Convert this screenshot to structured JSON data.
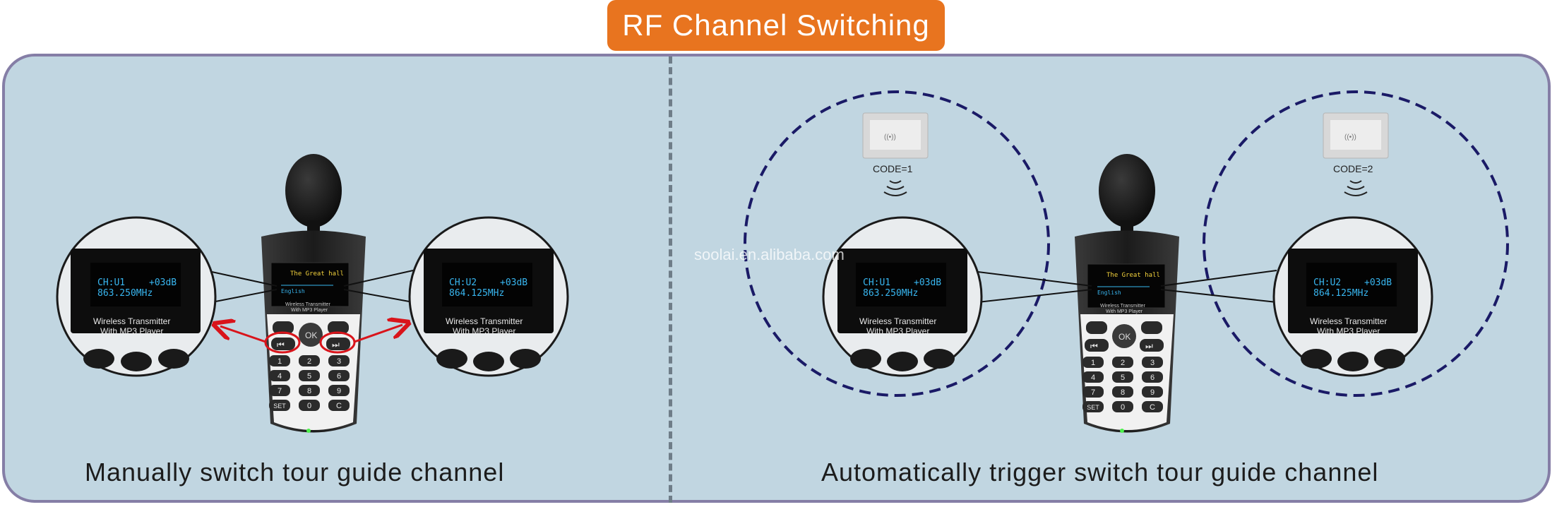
{
  "title": "RF Channel Switching",
  "watermark": "soolai.en.alibaba.com",
  "left_panel": {
    "caption": "Manually switch tour guide channel",
    "zoom_left": {
      "channel": "CH:U1",
      "level": "+03dB",
      "freq": "863.250MHz",
      "label_line1": "Wireless Transmitter",
      "label_line2": "With MP3 Player"
    },
    "zoom_right": {
      "channel": "CH:U2",
      "level": "+03dB",
      "freq": "864.125MHz",
      "label_line1": "Wireless Transmitter",
      "label_line2": "With MP3 Player"
    }
  },
  "right_panel": {
    "caption": "Automatically trigger switch tour guide channel",
    "trigger_left": {
      "code": "CODE=1"
    },
    "trigger_right": {
      "code": "CODE=2"
    },
    "zoom_left": {
      "channel": "CH:U1",
      "level": "+03dB",
      "freq": "863.250MHz",
      "label_line1": "Wireless Transmitter",
      "label_line2": "With MP3 Player"
    },
    "zoom_right": {
      "channel": "CH:U2",
      "level": "+03dB",
      "freq": "864.125MHz",
      "label_line1": "Wireless Transmitter",
      "label_line2": "With MP3 Player"
    }
  },
  "device": {
    "screen_line1": "The Great hall",
    "screen_line2": "English",
    "label_line1": "Wireless Transmitter",
    "label_line2": "With MP3 Player",
    "keys": [
      "1",
      "2",
      "3",
      "4",
      "5",
      "6",
      "7",
      "8",
      "9",
      "SET",
      "0",
      "C"
    ],
    "ok_label": "OK",
    "prev_symbol": "⏮",
    "next_symbol": "⏭"
  },
  "colors": {
    "title_bg": "#e8741f",
    "panel_bg": "#c1d6e1",
    "frame": "#857ea6",
    "dashed_circle": "#1a1a66",
    "arrows": "#d9141b",
    "lcd_text": "#38b6f0"
  }
}
